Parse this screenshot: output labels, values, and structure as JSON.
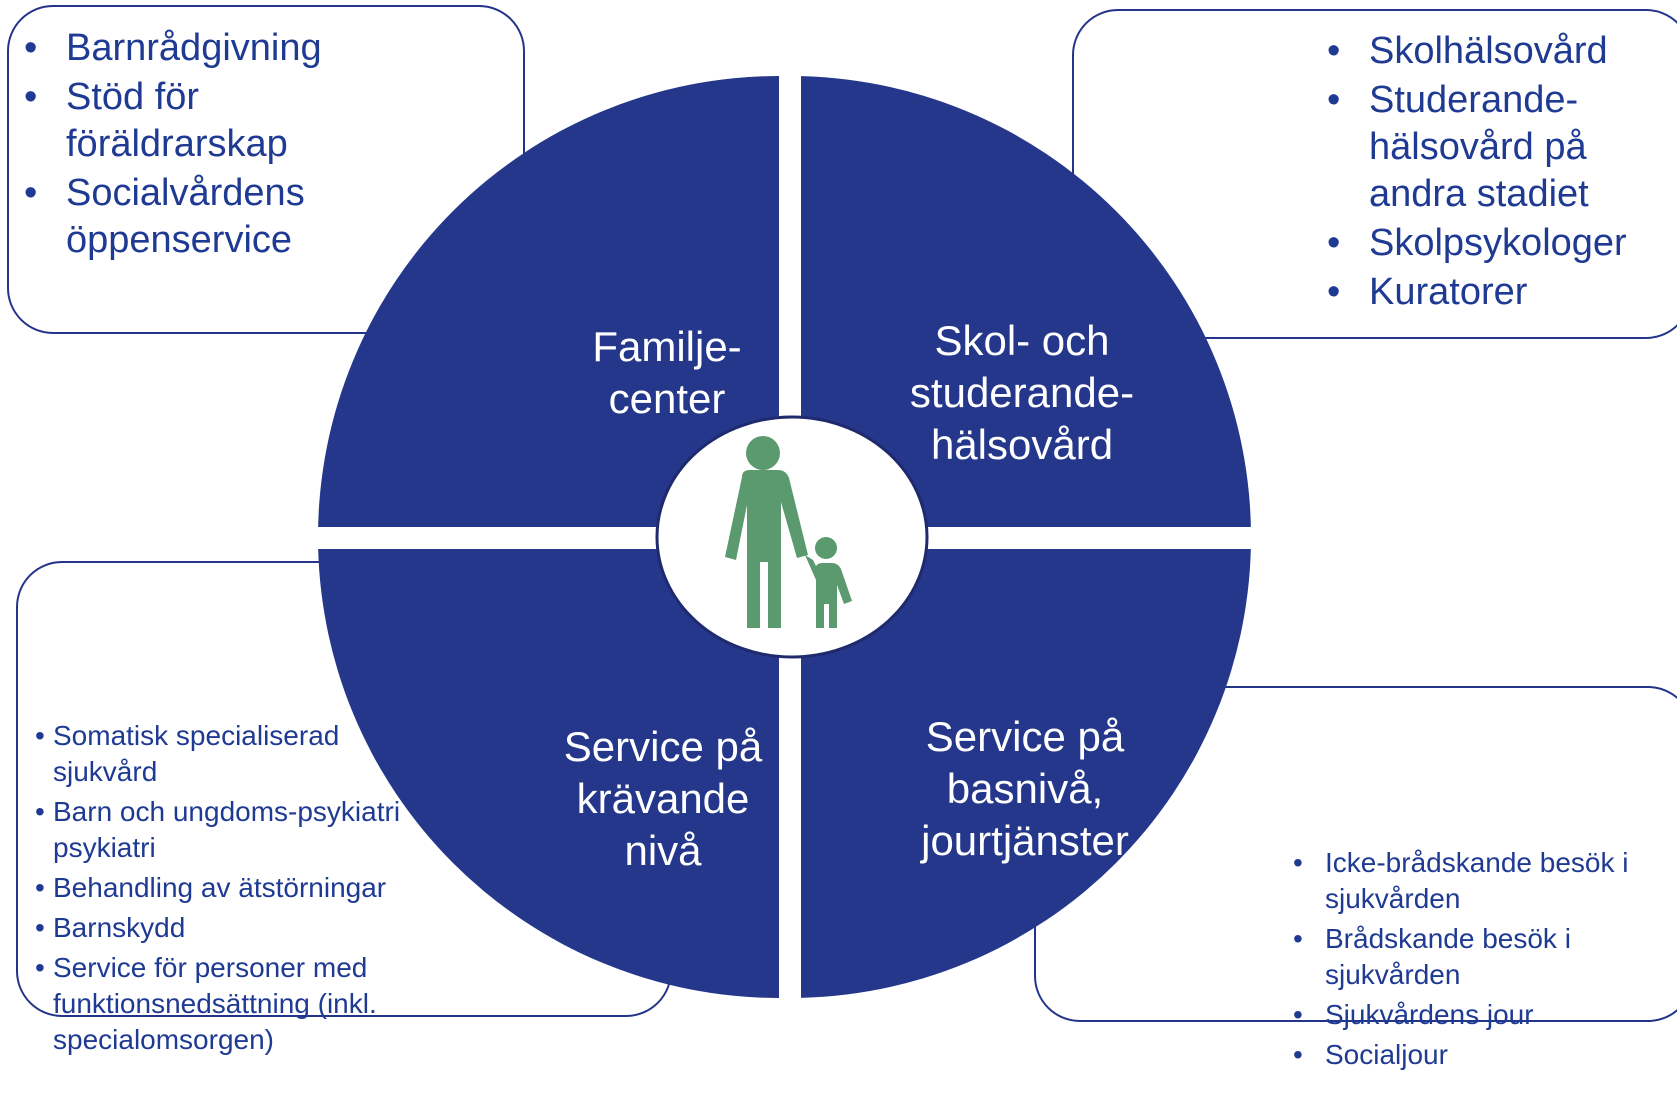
{
  "top_left": {
    "items": [
      "Barnrådgivning",
      "Stöd för föräldrarskap",
      "Socialvårdens öppenservice"
    ]
  },
  "top_right": {
    "items": [
      "Skolhälsovård",
      "Studerande-hälsovård på andra  stadiet",
      "Skolpsykologer",
      "Kuratorer"
    ]
  },
  "bottom_left": {
    "items": [
      "Somatisk specialiserad sjukvård",
      "Barn och ungdoms-psykiatri psykiatri",
      "Behandling av ätstörningar",
      "Barnskydd",
      "Service för personer med funktionsnedsättning (inkl. specialomsorgen)"
    ]
  },
  "bottom_right": {
    "items": [
      "Icke-brådskande besök i sjukvården",
      "Brådskande besök i sjukvården",
      "Sjukvårdens jour",
      "Socialjour"
    ]
  },
  "quadrants": {
    "top_left": [
      "Familje-",
      "center"
    ],
    "top_right": [
      "Skol- och",
      "studerande-",
      "hälsovård"
    ],
    "bottom_left": [
      "Service på",
      "krävande",
      "nivå"
    ],
    "bottom_right": [
      "Service på",
      "basnivå,",
      "jourtjänster"
    ]
  },
  "center_icon": "parent-with-child-icon",
  "colors": {
    "quadrant_fill": "#24378b",
    "outline": "#24348a",
    "text": "#1f3a93",
    "icon": "#5a9a6e"
  }
}
